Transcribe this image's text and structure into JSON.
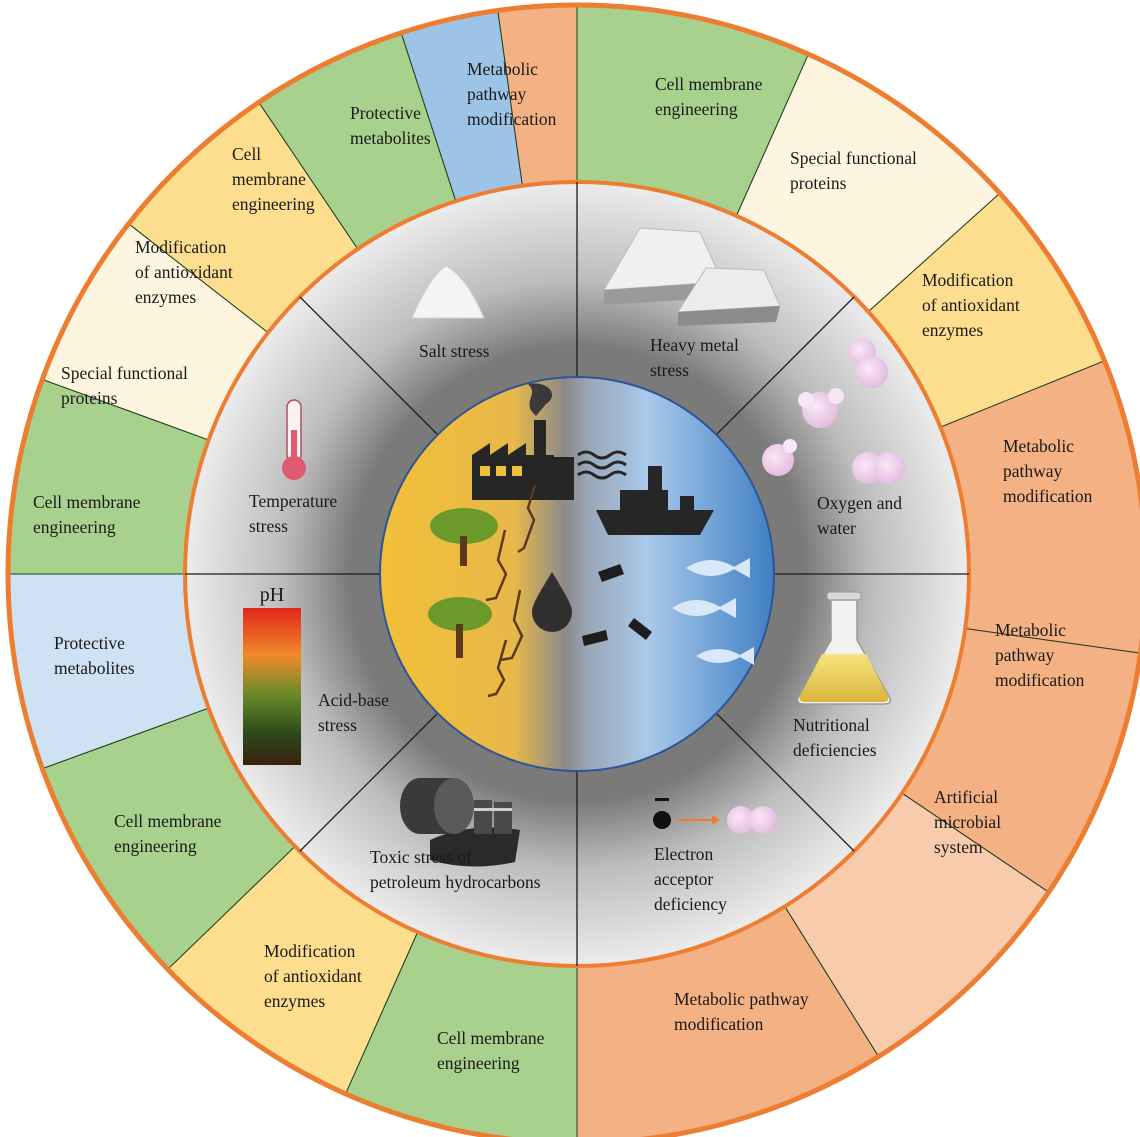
{
  "colors": {
    "green": "#a9d18e",
    "cream": "#fdf5df",
    "yellow": "#fddd8e",
    "blue": "#9dc3e6",
    "lightblue": "#cfe2f3",
    "orange": "#f4b183",
    "peach": "#f8cbad",
    "ring_border": "#ed7d31",
    "inner_ring": "#c8c8c8",
    "center_yellow": "#f2c037",
    "center_blue": "#4a88c8"
  },
  "outer_ring": [
    {
      "id": "o1",
      "label": [
        "Cell membrane",
        "engineering"
      ],
      "color": "green"
    },
    {
      "id": "o2",
      "label": [
        "Special functional",
        "proteins"
      ],
      "color": "cream"
    },
    {
      "id": "o3",
      "label": [
        "Modification",
        "of antioxidant",
        "enzymes"
      ],
      "color": "yellow"
    },
    {
      "id": "o4",
      "label": [
        "Metabolic",
        "pathway",
        "modification"
      ],
      "color": "orange"
    },
    {
      "id": "o5",
      "label": [
        "Metabolic",
        "pathway",
        "modification"
      ],
      "color": "orange"
    },
    {
      "id": "o6",
      "label": [
        "Artificial",
        "microbial",
        "system"
      ],
      "color": "peach"
    },
    {
      "id": "o7",
      "label": [
        "Metabolic pathway",
        "modification"
      ],
      "color": "orange"
    },
    {
      "id": "o8",
      "label": [
        "Cell membrane",
        "engineering"
      ],
      "color": "green"
    },
    {
      "id": "o9",
      "label": [
        "Modification",
        "of antioxidant",
        "enzymes"
      ],
      "color": "yellow"
    },
    {
      "id": "o10",
      "label": [
        "Cell membrane",
        "engineering"
      ],
      "color": "green"
    },
    {
      "id": "o11",
      "label": [
        "Protective",
        "metabolites"
      ],
      "color": "lightblue"
    },
    {
      "id": "o12",
      "label": [
        "Cell membrane",
        "engineering"
      ],
      "color": "green"
    },
    {
      "id": "o13",
      "label": [
        "Special functional",
        "proteins"
      ],
      "color": "cream"
    },
    {
      "id": "o14",
      "label": [
        "Modification",
        "of antioxidant",
        "enzymes"
      ],
      "color": "yellow"
    },
    {
      "id": "o15",
      "label": [
        "Cell",
        "membrane",
        "engineering"
      ],
      "color": "green"
    },
    {
      "id": "o16",
      "label": [
        "Protective",
        "metabolites"
      ],
      "color": "blue"
    },
    {
      "id": "o17",
      "label": [
        "Metabolic",
        "pathway",
        "modification"
      ],
      "color": "orange"
    }
  ],
  "inner_ring": [
    {
      "id": "s1",
      "label": [
        "Heavy metal",
        "stress"
      ],
      "icon": "metal-ingots-icon"
    },
    {
      "id": "s2",
      "label": [
        "Oxygen and",
        "water"
      ],
      "icon": "molecules-icon"
    },
    {
      "id": "s3",
      "label": [
        "Nutritional",
        "deficiencies"
      ],
      "icon": "flask-icon"
    },
    {
      "id": "s4",
      "label": [
        "Electron",
        "acceptor",
        "deficiency"
      ],
      "icon": "electron-icon"
    },
    {
      "id": "s5",
      "label": [
        "Toxic stress of",
        "petroleum hydrocarbons"
      ],
      "icon": "oil-barrels-icon"
    },
    {
      "id": "s6",
      "label": [
        "Acid-base",
        "stress"
      ],
      "icon": "ph-scale-icon"
    },
    {
      "id": "s7",
      "label": [
        "Temperature",
        "stress"
      ],
      "icon": "thermometer-icon"
    },
    {
      "id": "s8",
      "label": [
        "Salt stress"
      ],
      "icon": "salt-pile-icon"
    }
  ],
  "ph_label": "pH",
  "center": {
    "icons": [
      "factory-icon",
      "waves-icon",
      "tree-icon",
      "crack-icon",
      "oil-drop-icon",
      "ship-icon",
      "fish-icon",
      "dead-fish-icon"
    ]
  }
}
